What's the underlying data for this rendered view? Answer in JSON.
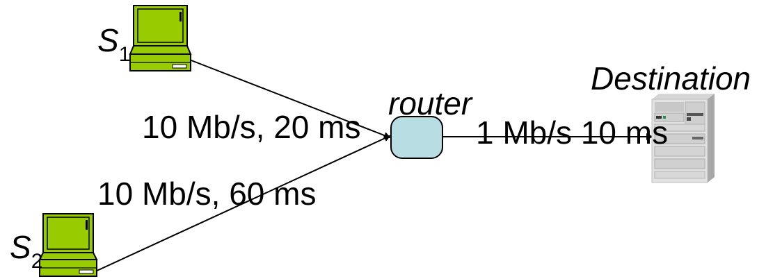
{
  "nodes": {
    "s1": {
      "label_main": "S",
      "label_sub": "1",
      "icon": "laptop-icon"
    },
    "s2": {
      "label_main": "S",
      "label_sub": "2",
      "icon": "laptop-icon"
    },
    "router": {
      "label": "router",
      "fill": "#b8dde3"
    },
    "destination": {
      "label": "Destination",
      "icon": "server-tower-icon"
    }
  },
  "links": {
    "s1_router": {
      "label": "10 Mb/s, 20 ms"
    },
    "s2_router": {
      "label": "10 Mb/s, 60 ms"
    },
    "router_destination": {
      "label": "1 Mb/s 10 ms"
    }
  },
  "colors": {
    "laptop_green": "#99cc00",
    "line": "#000000"
  }
}
